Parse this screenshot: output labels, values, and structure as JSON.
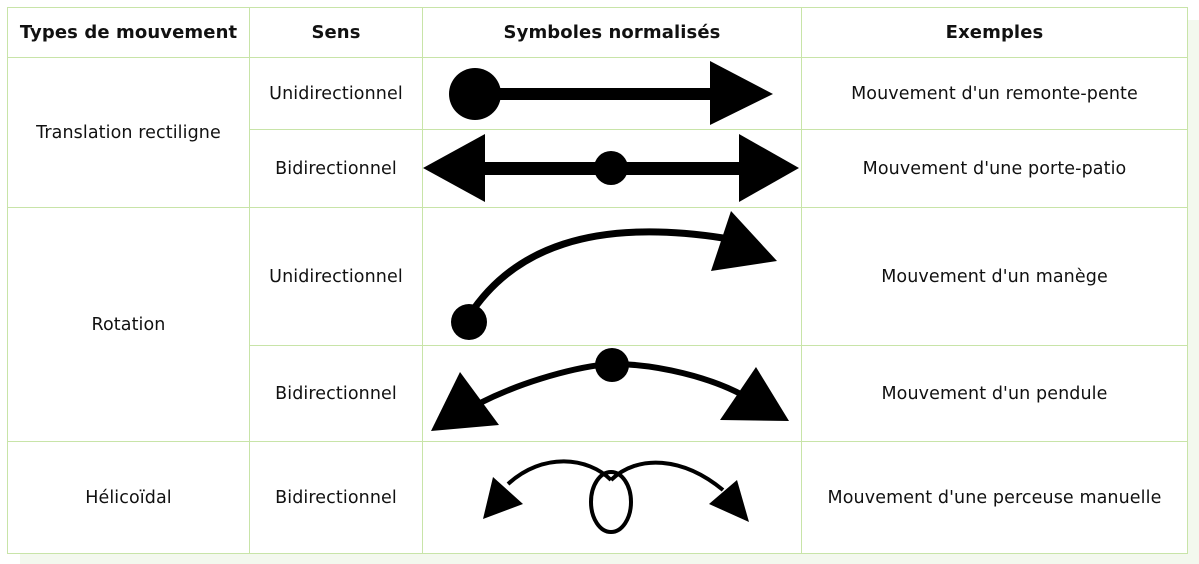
{
  "table": {
    "headers": [
      "Types de mouvement",
      "Sens",
      "Symboles normalisés",
      "Exemples"
    ],
    "groups": [
      {
        "type": "Translation rectiligne",
        "rows": [
          {
            "sens": "Unidirectionnel",
            "symbol": "translation-unidirectional-icon",
            "exemple": "Mouvement d'un remonte-pente"
          },
          {
            "sens": "Bidirectionnel",
            "symbol": "translation-bidirectional-icon",
            "exemple": "Mouvement d'une porte-patio"
          }
        ]
      },
      {
        "type": "Rotation",
        "rows": [
          {
            "sens": "Unidirectionnel",
            "symbol": "rotation-unidirectional-icon",
            "exemple": "Mouvement d'un manège"
          },
          {
            "sens": "Bidirectionnel",
            "symbol": "rotation-bidirectional-icon",
            "exemple": "Mouvement d'un pendule"
          }
        ]
      },
      {
        "type": "Hélicoïdal",
        "rows": [
          {
            "sens": "Bidirectionnel",
            "symbol": "helical-bidirectional-icon",
            "exemple": "Mouvement d'une perceuse manuelle"
          }
        ]
      }
    ]
  },
  "colors": {
    "border": "#c8e4a8",
    "background_tint": "#f3f8ee",
    "symbol": "#000000"
  }
}
